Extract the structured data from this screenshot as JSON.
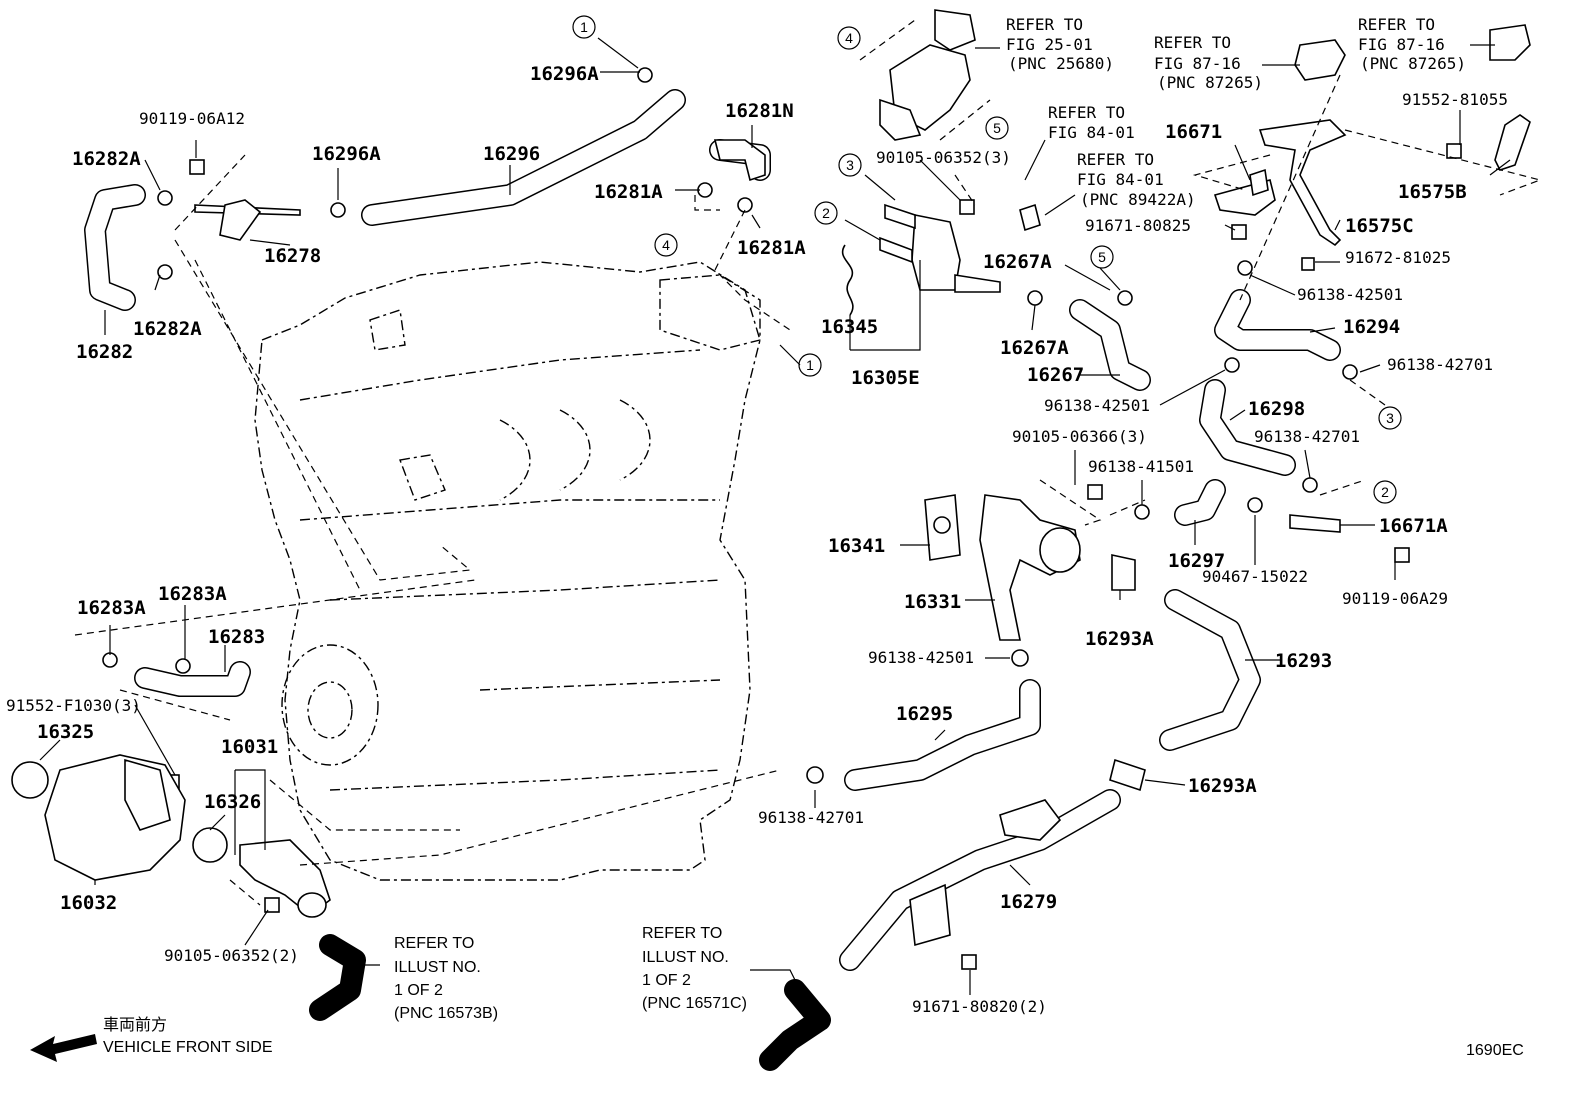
{
  "figure_code": "1690EC",
  "direction": {
    "jp": "車両前方",
    "en": "VEHICLE FRONT SIDE"
  },
  "circle_numbers": [
    "1",
    "2",
    "3",
    "4",
    "5"
  ],
  "parts": {
    "p16296A_top": "16296A",
    "p90119_06A12": "90119-06A12",
    "p16282A_top": "16282A",
    "p16296A": "16296A",
    "p16296": "16296",
    "p16278": "16278",
    "p16282A_bot": "16282A",
    "p16282": "16282",
    "p16281N": "16281N",
    "p16281A_l": "16281A",
    "p16281A_r": "16281A",
    "p90105_06352_3": "90105-06352(3)",
    "p16345": "16345",
    "p16305E": "16305E",
    "p16267A_top": "16267A",
    "p16267A_bot": "16267A",
    "p16267": "16267",
    "p91671_80825": "91671-80825",
    "p16671": "16671",
    "p91552_81055": "91552-81055",
    "p16575B": "16575B",
    "p16575C": "16575C",
    "p91672_81025": "91672-81025",
    "p96138_42501_a": "96138-42501",
    "p16294": "16294",
    "p96138_42701_a": "96138-42701",
    "p96138_42501_b": "96138-42501",
    "p16298": "16298",
    "p96138_42701_b": "96138-42701",
    "p90105_06366_3": "90105-06366(3)",
    "p96138_41501": "96138-41501",
    "p16341": "16341",
    "p16331": "16331",
    "p16297": "16297",
    "p90467_15022": "90467-15022",
    "p16671A": "16671A",
    "p90119_06A29": "90119-06A29",
    "p16293A_top": "16293A",
    "p96138_42501_c": "96138-42501",
    "p16293": "16293",
    "p16283A_l": "16283A",
    "p16283A_r": "16283A",
    "p16283": "16283",
    "p91552_F1030_3": "91552-F1030(3)",
    "p16325": "16325",
    "p16031": "16031",
    "p16326": "16326",
    "p16032": "16032",
    "p90105_06352_2": "90105-06352(2)",
    "p16295": "16295",
    "p96138_42701_c": "96138-42701",
    "p16293A_bot": "16293A",
    "p16279": "16279",
    "p91671_80820_2": "91671-80820(2)"
  },
  "refs": {
    "fig25": [
      "REFER TO",
      "FIG 25-01",
      "(PNC 25680)"
    ],
    "fig84a": [
      "REFER TO",
      "FIG 84-01"
    ],
    "fig84b": [
      "REFER TO",
      "FIG 84-01",
      "(PNC 89422A)"
    ],
    "fig87a": [
      "REFER TO",
      "FIG 87-16",
      "(PNC 87265)"
    ],
    "fig87b": [
      "REFER TO",
      "FIG 87-16",
      "(PNC 87265)"
    ],
    "illustB": [
      "REFER TO",
      "ILLUST NO.",
      "1 OF 2",
      "(PNC 16573B)"
    ],
    "illustC": [
      "REFER TO",
      "ILLUST NO.",
      "1 OF 2",
      "(PNC 16571C)"
    ]
  }
}
